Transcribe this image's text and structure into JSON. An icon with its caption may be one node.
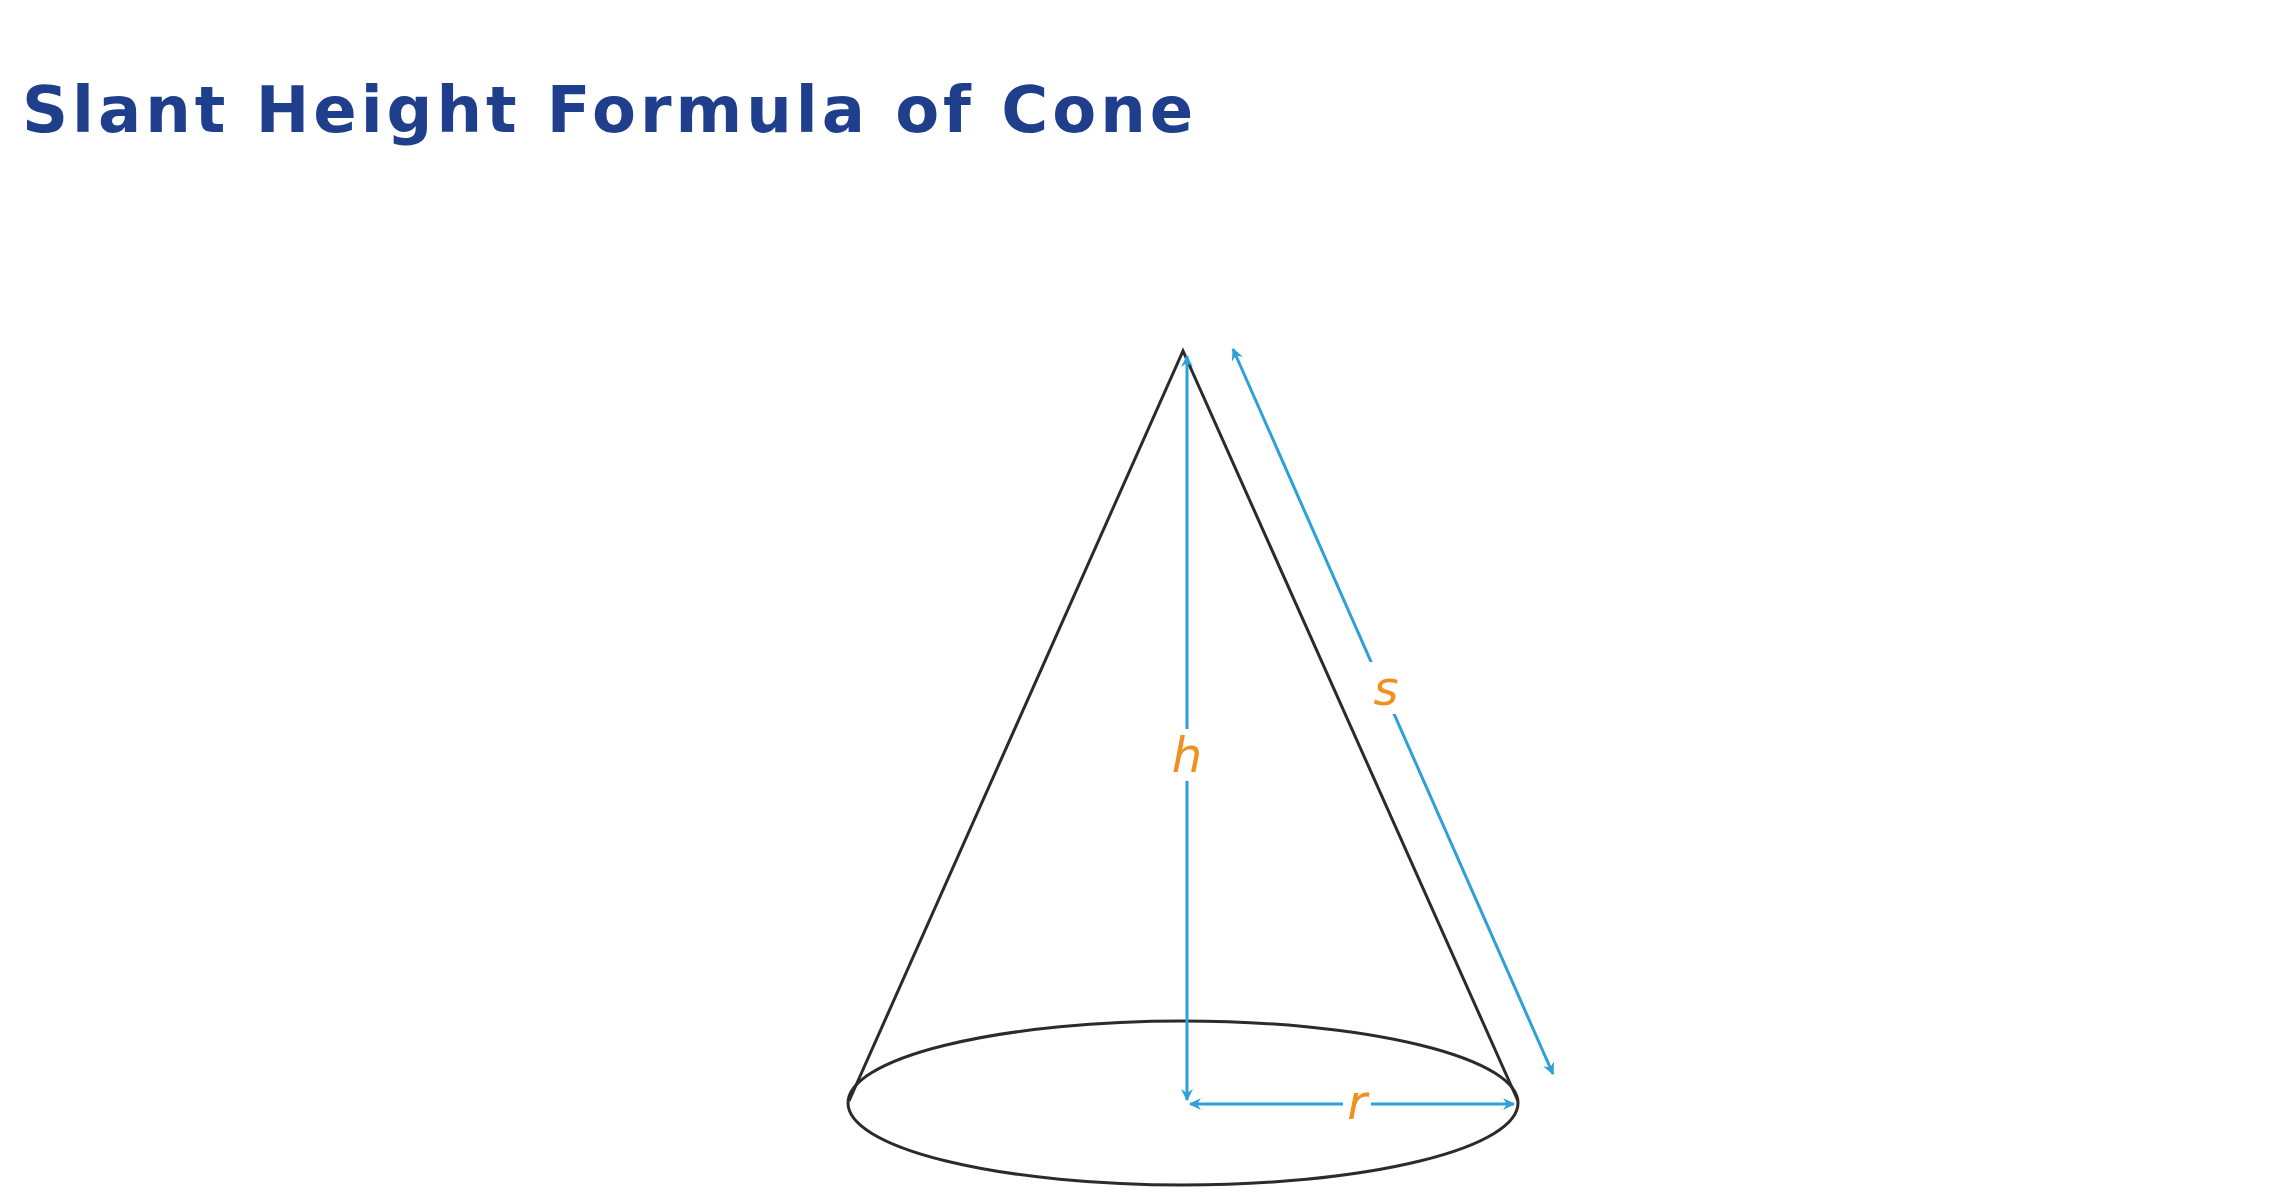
{
  "diagram": {
    "title": "Slant Height Formula of Cone",
    "labels": [
      "s",
      "h",
      "r"
    ]
  }
}
